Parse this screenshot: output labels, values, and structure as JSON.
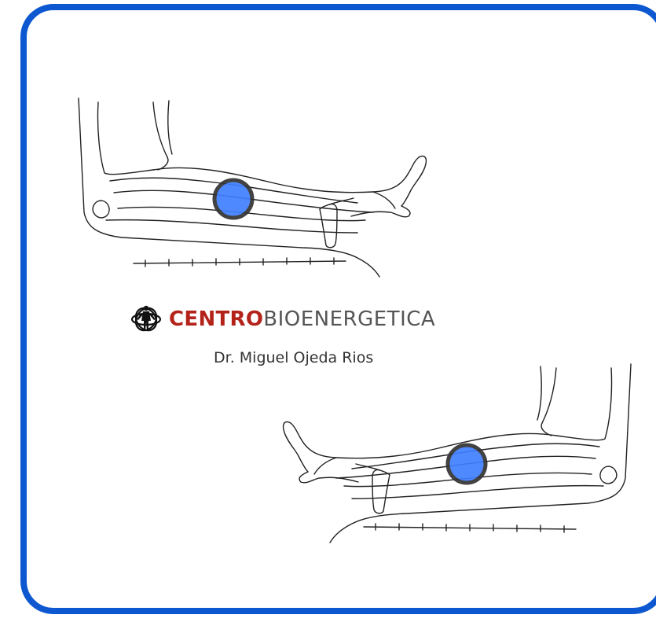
{
  "brand": {
    "name_bold": "CENTRO",
    "name_light": "BIOENERGETICA",
    "doctor": "Dr. Miguel Ojeda Rios",
    "logo_icon": "human-figure-energy-rings-icon"
  },
  "colors": {
    "frame_border": "#0d58d0",
    "brand_bold": "#b3231a",
    "brand_light": "#555555",
    "point_fill": "#3f7fff",
    "point_ring": "#333333",
    "line_art": "#222222"
  },
  "illustrations": [
    {
      "name": "leg-illustration-top",
      "subject": "leg-left-facing-with-acupressure-point"
    },
    {
      "name": "leg-illustration-bottom",
      "subject": "leg-right-facing-with-acupressure-point"
    }
  ]
}
